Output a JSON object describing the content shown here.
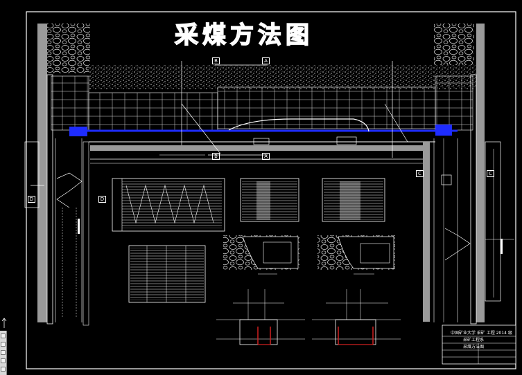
{
  "drawing": {
    "title": "采煤方法图"
  },
  "section_labels": {
    "a": "A",
    "b": "B",
    "c": "C",
    "d": "D"
  },
  "title_block": {
    "row1": "中国矿业大学 采矿 工程 2014 级",
    "row2": "采矿工程系",
    "row3": "采煤方法图"
  },
  "colors": {
    "background": "#000000",
    "lines": "#ffffff",
    "conveyor": "#1e2cff",
    "red_lines": "#d02020"
  },
  "icons": [
    "ucs-axis-icon",
    "tool-palette"
  ]
}
